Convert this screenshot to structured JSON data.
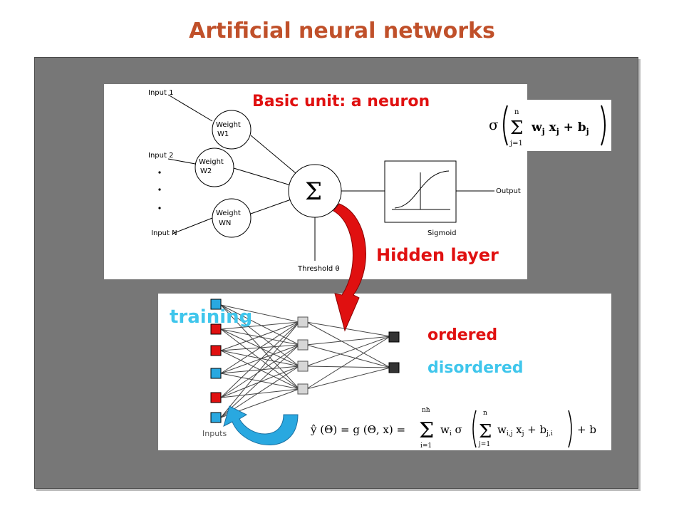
{
  "title": "Artificial neural networks",
  "colors": {
    "title": "#c0502a",
    "accent_red": "#e01010",
    "accent_cyan": "#3fc6ec",
    "panel": "#777777"
  },
  "neuron": {
    "heading": "Basic unit: a neuron",
    "inputs": [
      "Input 1",
      "Input 2",
      "Input N"
    ],
    "weights": [
      {
        "label": "Weight",
        "sub": "W1"
      },
      {
        "label": "Weight",
        "sub": "W2"
      },
      {
        "label": "Weight",
        "sub": "WN"
      }
    ],
    "sum_symbol": "Σ",
    "threshold": "Threshold θ",
    "sigmoid": "Sigmoid",
    "output": "Output"
  },
  "formula_neuron": "σ ( Σ wj xj + bj )",
  "hidden_layer": "Hidden layer",
  "network": {
    "training": "training",
    "output_ordered": "ordered",
    "output_disordered": "disordered",
    "inputs_label": "Inputs",
    "formula": "ŷ (Θ) = g (Θ, x) = Σ wi σ ( Σ wi,j xj + bj,i ) + b"
  }
}
